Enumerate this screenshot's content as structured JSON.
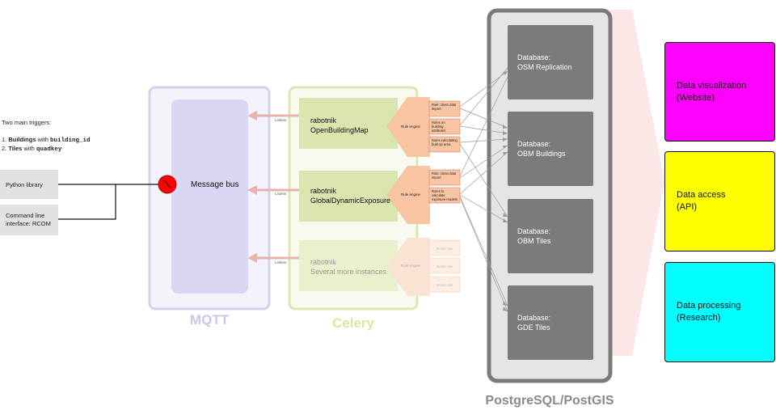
{
  "triggers": {
    "intro": "Two main triggers:",
    "item1_prefix": "1. ",
    "item1_bold": "Buildings",
    "item1_mid": " with ",
    "item1_code": "building_id",
    "item2_prefix": "2. ",
    "item2_bold": "Tiles",
    "item2_mid": " with ",
    "item2_code": "quadkey"
  },
  "clients": {
    "python": "Python library",
    "cli": "Command line interface: RCOM"
  },
  "mqtt": {
    "label": "MQTT",
    "bus": "Message bus",
    "color": "#c7c7ea",
    "fill": "#d8d8f4"
  },
  "celery": {
    "label": "Celery",
    "color": "#d8e6a8",
    "fill": "#d9e6b0",
    "workers": [
      {
        "line1": "rabotnik",
        "line2": "OpenBuildingMap",
        "listens": "Listens",
        "engine": "Rule engine",
        "rules": [
          "Rule: clean data import",
          "Rules on building attributes",
          "Rules calculating built-up area"
        ]
      },
      {
        "line1": "rabotnik",
        "line2": "GlobalDynamicExposure",
        "listens": "Listens",
        "engine": "Rule engine",
        "rules": [
          "Rule: clean data import",
          "Rules to calculate exposure models"
        ]
      },
      {
        "line1": "rabotnik",
        "line2": "Several more instances",
        "listens": "Listens",
        "engine": "Rule engine",
        "rules": [
          "Atomic rule",
          "Atomic rule",
          "Atomic rule"
        ]
      }
    ]
  },
  "postgres": {
    "label": "PostgreSQL/PostGIS",
    "databases": [
      {
        "line1": "Database:",
        "line2": "OSM Replication"
      },
      {
        "line1": "Database:",
        "line2": "OBM Buildings"
      },
      {
        "line1": "Database:",
        "line2": "OBM Tiles"
      },
      {
        "line1": "Database:",
        "line2": "GDE Tiles"
      }
    ]
  },
  "applications": [
    {
      "line1": "Data visualization",
      "line2": "(Website)",
      "color": "#ff00ff"
    },
    {
      "line1": "Data access",
      "line2": "(API)",
      "color": "#ffff00"
    },
    {
      "line1": "Data processing",
      "line2": "(Research)",
      "color": "#00ffff"
    }
  ]
}
